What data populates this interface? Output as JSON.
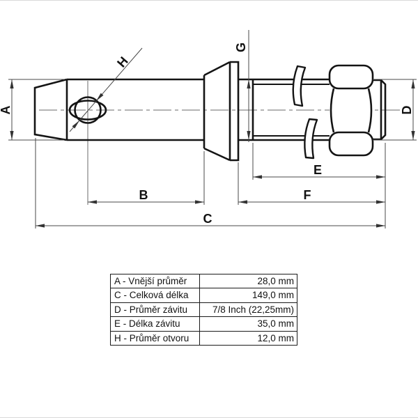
{
  "drawing": {
    "title": "implement-pin-technical-drawing",
    "labels": {
      "a": "A",
      "b": "B",
      "c": "C",
      "d": "D",
      "e": "E",
      "f": "F",
      "g": "G",
      "h": "H"
    }
  },
  "table": {
    "rows": [
      {
        "label": "A - Vnější průměr",
        "value": "28,0 mm"
      },
      {
        "label": "C - Celková délka",
        "value": "149,0 mm"
      },
      {
        "label": "D - Průměr závitu",
        "value": "7/8 Inch (22,25mm)"
      },
      {
        "label": "E - Délka závitu",
        "value": "35,0 mm"
      },
      {
        "label": "H - Průměr otvoru",
        "value": "12,0 mm"
      }
    ]
  },
  "colors": {
    "outline": "#141414",
    "dimension_lines": "#4a4a4a",
    "background": "#ffffff",
    "table_border": "#1a1a1a"
  }
}
